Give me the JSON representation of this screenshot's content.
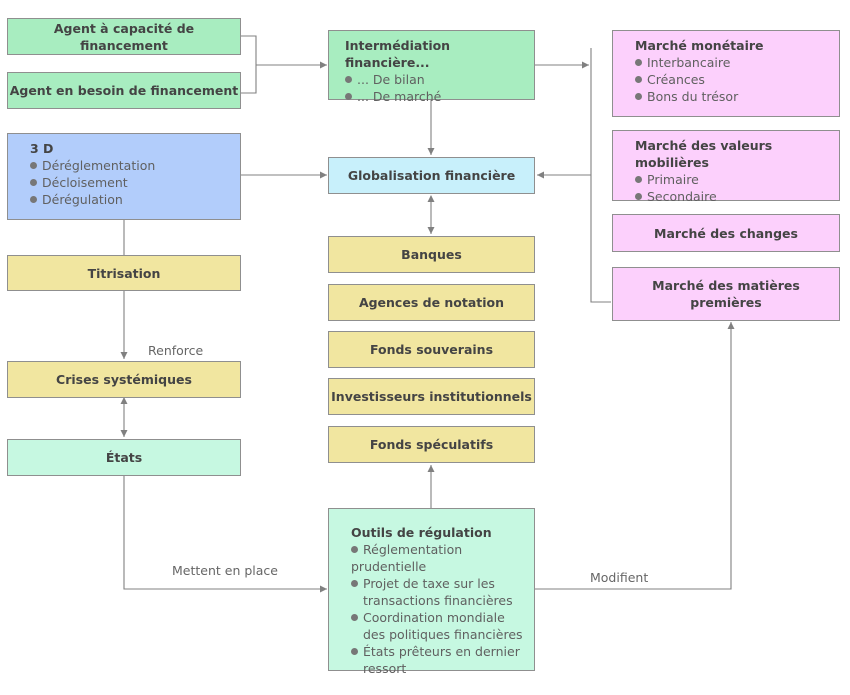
{
  "nodes": {
    "agent_capacite": "Agent à capacité de financement",
    "agent_besoin": "Agent en besoin de financement",
    "intermediation": {
      "title": "Intermédiation financière...",
      "items": [
        "... De bilan",
        "... De marché"
      ]
    },
    "trois_d": {
      "title": "3 D",
      "items": [
        "Déréglementation",
        "Décloisement",
        "Dérégulation"
      ]
    },
    "globalisation": "Globalisation financière",
    "marche_monetaire": {
      "title": "Marché monétaire",
      "items": [
        "Interbancaire",
        "Créances",
        "Bons du trésor"
      ]
    },
    "marche_valeurs": {
      "title": "Marché des valeurs mobilières",
      "items": [
        "Primaire",
        "Secondaire"
      ]
    },
    "marche_changes": "Marché des changes",
    "marche_matieres": "Marché des matières premières",
    "titrisation": "Titrisation",
    "crises": "Crises systémiques",
    "etats": "États",
    "banques": "Banques",
    "agences": "Agences de notation",
    "fonds_souverains": "Fonds souverains",
    "investisseurs": "Investisseurs institutionnels",
    "fonds_speculatifs": "Fonds spéculatifs",
    "outils": {
      "title": "Outils de régulation",
      "items": [
        {
          "lines": [
            "Réglementation prudentielle"
          ]
        },
        {
          "lines": [
            "Projet de taxe sur les",
            "transactions financières"
          ]
        },
        {
          "lines": [
            "Coordination mondiale",
            "des politiques financières"
          ]
        },
        {
          "lines": [
            "États prêteurs en dernier",
            "ressort"
          ]
        }
      ]
    }
  },
  "edge_labels": {
    "renforce": "Renforce",
    "mettent_en_place": "Mettent en place",
    "modifient": "Modifient"
  },
  "colors": {
    "green": "#a8edc0",
    "mint": "#c6f8e1",
    "blue": "#b2cdfb",
    "cyan": "#c8f0fb",
    "yellow": "#f1e6a0",
    "pink": "#fcd0fc",
    "line": "#808080"
  }
}
